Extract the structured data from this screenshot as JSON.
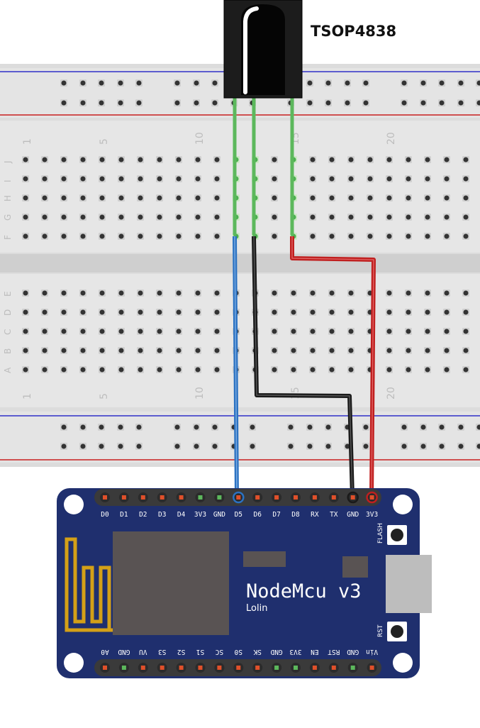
{
  "sensor": {
    "label": "TSOP4838"
  },
  "breadboard": {
    "column_numbers": [
      "1",
      "5",
      "10",
      "15",
      "20"
    ],
    "top_rows": [
      "J",
      "I",
      "H",
      "G",
      "F"
    ],
    "bottom_rows": [
      "E",
      "D",
      "C",
      "B",
      "A"
    ]
  },
  "board": {
    "name": "NodeMcu v3",
    "vendor": "Lolin",
    "flash_label": "FLASH",
    "rst_label": "RST",
    "top_pins": [
      "D0",
      "D1",
      "D2",
      "D3",
      "D4",
      "3V3",
      "GND",
      "D5",
      "D6",
      "D7",
      "D8",
      "RX",
      "TX",
      "GND",
      "3V3"
    ],
    "bottom_pins": [
      "A0",
      "GND",
      "VU",
      "S3",
      "S2",
      "S1",
      "SC",
      "S0",
      "SK",
      "GND",
      "3V3",
      "EN",
      "RST",
      "GND",
      "Vin"
    ]
  },
  "wires": [
    {
      "color": "#2b72c2",
      "from": "TSOP4838 OUT",
      "to": "D5"
    },
    {
      "color": "#1a1a1a",
      "from": "TSOP4838 GND",
      "to": "GND"
    },
    {
      "color": "#c01f1f",
      "from": "TSOP4838 VS",
      "to": "3V3"
    }
  ],
  "colors": {
    "board": "#1f2f6e",
    "lead_green": "#5cb85c",
    "rail_blue": "#3030c8",
    "rail_red": "#c81e1e"
  }
}
